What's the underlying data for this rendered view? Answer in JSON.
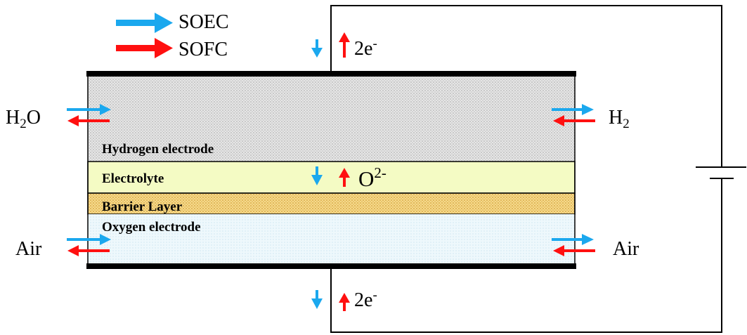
{
  "legend": {
    "soec": {
      "label": "SOEC",
      "color": "#1BA8EE"
    },
    "sofc": {
      "label": "SOFC",
      "color": "#FF1010"
    }
  },
  "layers": {
    "hydrogen_electrode": "Hydrogen electrode",
    "electrolyte": "Electrolyte",
    "barrier_layer": "Barrier Layer",
    "oxygen_electrode": "Oxygen electrode"
  },
  "species": {
    "h2o_main": "H",
    "h2o_sub": "2",
    "h2o_tail": "O",
    "h2_main": "H",
    "h2_sub": "2",
    "air_left": "Air",
    "air_right": "Air",
    "electrons_top": "2e",
    "electrons_top_sup": "-",
    "electrons_bottom": "2e",
    "electrons_bottom_sup": "-",
    "oxide_ion": "O",
    "oxide_ion_sup": "2-"
  },
  "colors": {
    "hydrogen_electrode_fill": "#DCDCDC",
    "electrolyte_fill": "#F4FBC4",
    "barrier_layer_fill": "#F1CF7A",
    "oxygen_electrode_fill": "#EAF6FB",
    "interconnect": "#000000"
  }
}
